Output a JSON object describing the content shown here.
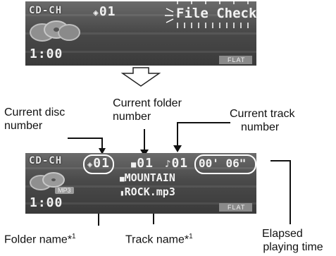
{
  "screen1": {
    "source": "CD-CH",
    "disc": "01",
    "message": "File Check",
    "time": "1:00",
    "eq": "FLAT"
  },
  "screen2": {
    "source": "CD-CH",
    "disc": "01",
    "folder_no": "01",
    "track_no": "01",
    "elapsed": "00' 06\"",
    "folder_name": "MOUNTAIN",
    "track_name": "ROCK.mp3",
    "format": "MP3",
    "time": "1:00",
    "eq": "FLAT"
  },
  "labels": {
    "current_disc_line1": "Current disc",
    "current_disc_line2": "number",
    "current_folder_line1": "Current folder",
    "current_folder_line2": "number",
    "current_track_line1": "Current track",
    "current_track_line2": "number",
    "folder_name": "Folder name*",
    "track_name": "Track name*",
    "footnote_mark": "1",
    "elapsed_line1": "Elapsed",
    "elapsed_line2": "playing time"
  }
}
